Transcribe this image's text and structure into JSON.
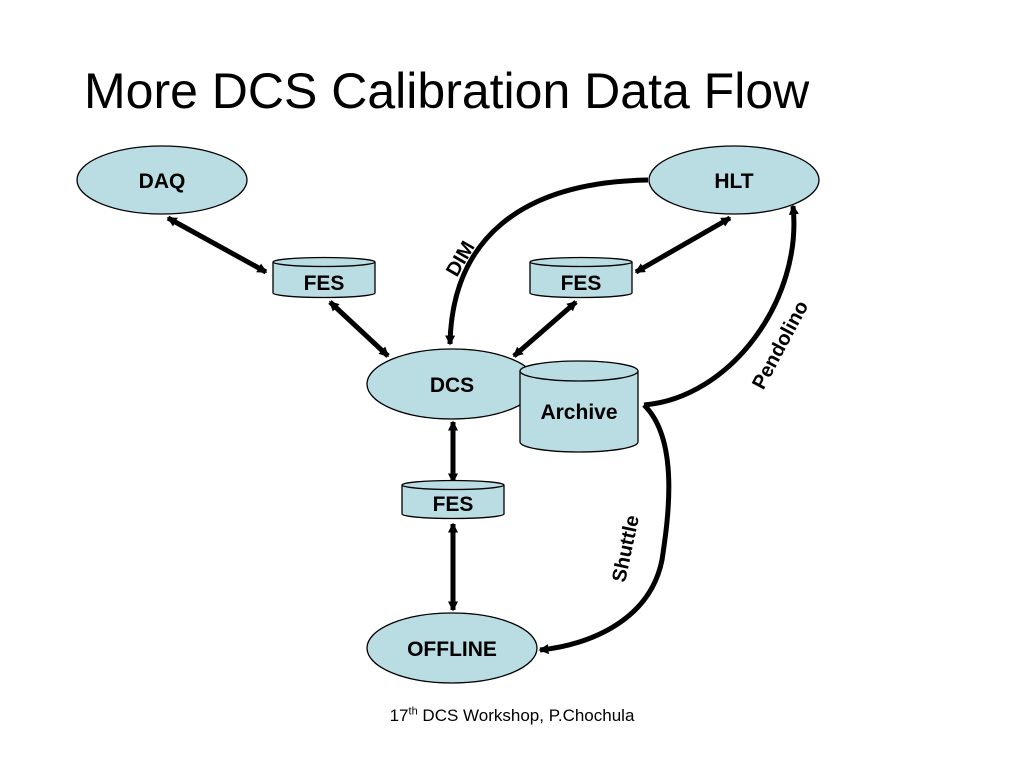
{
  "title": "More DCS Calibration Data Flow",
  "nodes": {
    "daq": "DAQ",
    "hlt": "HLT",
    "dcs": "DCS",
    "offline": "OFFLINE",
    "fes_left": "FES",
    "fes_right": "FES",
    "fes_bottom": "FES",
    "archive": "Archive"
  },
  "edge_labels": {
    "dim": "DIM",
    "pendolino": "Pendolino",
    "shuttle": "Shuttle"
  },
  "footer": {
    "number": "17",
    "ordinal": "th",
    "text": " DCS Workshop, P.Chochula"
  },
  "colors": {
    "node_fill": "#b9dde3",
    "stroke": "#000000"
  }
}
